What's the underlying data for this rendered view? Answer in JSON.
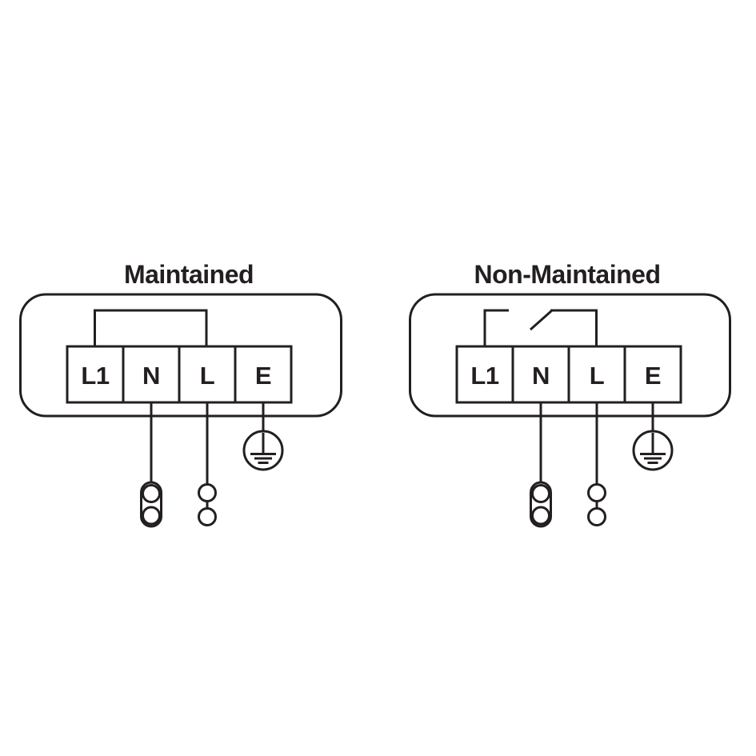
{
  "colors": {
    "line": "#231f20",
    "background": "#ffffff"
  },
  "panels": [
    {
      "title": "Maintained",
      "terminals": [
        "L1",
        "N",
        "L",
        "E"
      ],
      "bridge": "solid link from L1 to L",
      "symbols": [
        "earth-icon",
        "double-connector-icon",
        "pair-connector-icon"
      ]
    },
    {
      "title": "Non-Maintained",
      "terminals": [
        "L1",
        "N",
        "L",
        "E"
      ],
      "bridge": "switched link from L1 to L (open switch)",
      "symbols": [
        "earth-icon",
        "double-connector-icon",
        "pair-connector-icon"
      ]
    }
  ]
}
